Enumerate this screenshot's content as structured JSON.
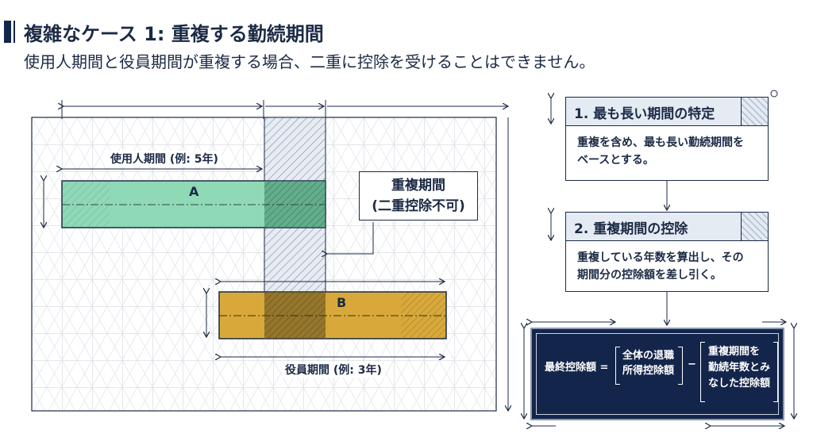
{
  "header": {
    "title": "複雑なケース 1: 重複する勤続期間",
    "subtitle": "使用人期間と役員期間が重複する場合、二重に控除を受けることはできません。"
  },
  "diagram": {
    "bar_a": {
      "label": "A",
      "caption": "使用人期間 (例: 5年)",
      "color": "#8fd9b6"
    },
    "bar_b": {
      "label": "B",
      "caption": "役員期間 (例: 3年)",
      "color": "#d8a93a"
    },
    "overlap_callout": {
      "line1": "重複期間",
      "line2": "(二重控除不可)"
    }
  },
  "steps": [
    {
      "title": "1. 最も長い期間の特定",
      "body_line1": "重複を含め、最も長い勤続期間を",
      "body_line2": "ベースとする。"
    },
    {
      "title": "2. 重複期間の控除",
      "body_line1": "重複している年数を算出し、その",
      "body_line2": "期間分の控除額を差し引く。"
    }
  ],
  "formula": {
    "lhs": "最終控除額 =",
    "term1_line1": "全体の退職",
    "term1_line2": "所得控除額",
    "minus": "−",
    "term2_line1": "重複期間を",
    "term2_line2": "勤続年数とみ",
    "term2_line3": "なした控除額"
  },
  "colors": {
    "navy": "#13254a",
    "grid": "#c9ced6"
  }
}
